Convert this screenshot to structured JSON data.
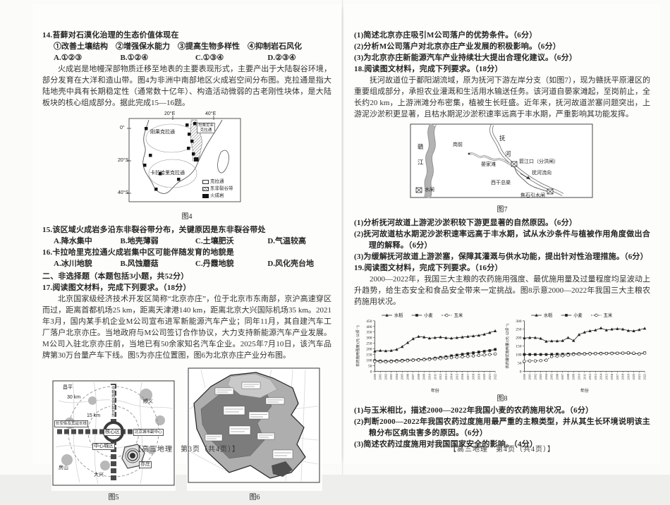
{
  "doc": {
    "left": {
      "q14": {
        "stem": "14.苔藓对石漠化治理的生态价值体现在",
        "sub": "①改善土壤结构　②增强保水能力　③提高生物多样性　④抑制岩石风化",
        "options": [
          "A.①②③",
          "B.①②④",
          "C.①③④",
          "D.②③④"
        ]
      },
      "passage_igneous": "火成岩是地幔深部物质迁移至地表的主要表现形式，主要产出于大陆裂谷环境，部分发育在大洋和造山带。图4为非洲中南部地区火成岩空间分布图。克拉通是指大陆地壳中具有长期稳定性（通常数十亿年）、构造活动微弱的古老刚性块体，是大陆板块的核心组成部分。据此完成15—16题。",
      "fig4": {
        "lon1": "20°E",
        "lon2": "40°E",
        "lat0": "0°",
        "lat20": "20°S",
        "lat40": "40°S",
        "congo": "刚果克拉通",
        "tanzania": "坦桑尼亚克拉通",
        "kalahari": "卡拉哈里克拉通",
        "legend": [
          "克拉通",
          "东非裂谷带",
          "火成岩"
        ],
        "caption": "图4"
      },
      "q15": {
        "stem": "15.该区域火成岩多沿东非裂谷带分布，关键原因是东非裂谷带处",
        "options": [
          "A.降水集中",
          "B.地壳薄弱",
          "C.土壤肥沃",
          "D.气温较高"
        ]
      },
      "q16": {
        "stem": "16.卡拉哈里克拉通火成岩集中区可能伴随发育的地貌是",
        "options": [
          "A.冰川地貌",
          "B.风蚀蘑菇",
          "C.丹霞地貌",
          "D.风化壳台地"
        ]
      },
      "section2": "二、非选择题（本题包括3小题，共52分）",
      "q17_head": "17.阅读图文材料，完成下列要求。（18分）",
      "q17_passage": "北京国家级经济技术开发区简称“北京亦庄”，位于北京市东南部，京沪高速穿区而过，距离首都机场25 km，距离天津港140 km，距离北京大兴国际机场35 km。2021年3月，国内某手机企业M公司宣布进军新能源汽车产业；同年11月，其自建汽车工厂落户北京亦庄。当地政府与M公司签订合作协议，大力支持新能源汽车产业发展。M公司入驻北京亦庄前，当地已有50余家知名汽车企业。2025年7月10日，该汽车品牌第30万台量产车下线。图5为亦庄位置图，图6为北京亦庄产业分布图。",
      "fig5": {
        "changping": "昌平",
        "shunyi": "顺义",
        "r30": "30 km",
        "r15": "15 km",
        "zhongzhou": "中轴线及其延长线",
        "changan": "长安街及其延长线",
        "hexin": "核心区",
        "subcenter": "北京城市副中心",
        "central": "中心城区",
        "yizhuang": "亦庄",
        "fangshan": "房山",
        "daxing": "大兴",
        "caption": "图5"
      },
      "fig6": {
        "caption": "图6"
      },
      "footer": "【高三地理　第3页（共4页）】"
    },
    "right": {
      "q17_subs": [
        "(1)简述北京亦庄吸引M公司落户的优势条件。（6分）",
        "(2)分析M公司落户对北京亦庄产业发展的积极影响。（6分）",
        "(3)为北京亦庄新能源汽车产业持续壮大提出合理化建议。（6分）"
      ],
      "q18_head": "18.阅读图文材料，完成下列要求。（18分）",
      "q18_passage": "抚河故道位于鄱阳湖流域，原为抚河下游左岸分支（如图7），现为赣抚平原灌区的重要组成部分，承担农业灌溉和生活用水输送任务。该河道自晏家滩起，至岗前止，全长约20 km，上游洲滩分布密集，植被生长旺盛。近年来，抚河故道淤塞问题突出，上游泥沙淤积更显著，且枯水期泥沙淤积速率远高于丰水期，严重影响其功能发挥。",
      "fig7": {
        "gan1": "赣",
        "gan2": "江",
        "fu1": "抚",
        "fu2": "河",
        "gangqian": "岗前",
        "yanjiatan": "晏家滩",
        "jianjiangkou": "箭江口（分洪闸）",
        "flow": "抚河流向",
        "xigan": "西干总渠",
        "jiaoshi": "焦石引水闸",
        "legend_gate": "水闸",
        "caption": "图7"
      },
      "q18_subs": [
        "(1)分析抚河故道上游泥沙淤积较下游更显著的自然原因。（6分）",
        "(2)抚河故道枯水期泥沙淤积速率远高于丰水期，试从水沙条件与植被作用角度做出合理的解释。（6分）",
        "(3)为缓解抚河故道上游淤塞，保障其灌溉与供水功能，提出针对性治理措施。（6分）"
      ],
      "q19_head": "19.阅读图文材料，完成下列要求。（16分）",
      "q19_passage": "2000—2022年，我国三大主粮的农药施用强度、最优施用量及过量程度均呈波动上升趋势，给生态安全和食品安全带来一定挑战。图8示意2000—2022年我国三大主粮农药施用状况。",
      "fig8_caption": "图8",
      "q19_subs": [
        "(1)与玉米相比，描述2000—2022年我国小麦的农药施用状况。（6分）",
        "(2)判断2000—2022年我国农药过度施用最严重的主粮类型，并从其生长环境说明该主粮分布区病虫害多的原因。（6分）",
        "(3)简述农药过度施用对我国国家安全的影响。（4分）"
      ],
      "footer": "【高三地理　第4页（共4页）】"
    }
  },
  "chart_data": [
    {
      "type": "line",
      "title": "",
      "ylabel": "农药施用强度/(元·公顷⁻¹)",
      "xlabel": "年份",
      "ylim": [
        0,
        450
      ],
      "ytick_step": 50,
      "grid": false,
      "legend_position": "top",
      "x": [
        2000,
        2001,
        2002,
        2003,
        2004,
        2005,
        2006,
        2007,
        2008,
        2009,
        2010,
        2011,
        2012,
        2013,
        2014,
        2015,
        2016,
        2017,
        2018,
        2019,
        2020,
        2021,
        2022
      ],
      "series": [
        {
          "name": "水稻",
          "values": [
            180,
            185,
            182,
            185,
            195,
            220,
            255,
            290,
            310,
            305,
            295,
            300,
            305,
            298,
            295,
            300,
            305,
            310,
            315,
            320,
            330,
            345,
            360
          ]
        },
        {
          "name": "小麦",
          "values": [
            95,
            92,
            90,
            92,
            95,
            98,
            100,
            102,
            105,
            108,
            112,
            118,
            125,
            130,
            138,
            145,
            152,
            158,
            165,
            172,
            178,
            185,
            195
          ]
        },
        {
          "name": "玉米",
          "values": [
            88,
            85,
            84,
            86,
            88,
            92,
            95,
            98,
            100,
            103,
            106,
            110,
            114,
            118,
            122,
            126,
            130,
            134,
            138,
            142,
            146,
            150,
            155
          ]
        }
      ]
    },
    {
      "type": "line",
      "title": "",
      "ylabel": "农药最优施用量/(元·公顷⁻¹)",
      "xlabel": "年份",
      "ylim": [
        0,
        300
      ],
      "ytick_step": 50,
      "grid": false,
      "legend_position": "top",
      "x": [
        2000,
        2001,
        2002,
        2003,
        2004,
        2005,
        2006,
        2007,
        2008,
        2009,
        2010,
        2011,
        2012,
        2013,
        2014,
        2015,
        2016,
        2017,
        2018,
        2019,
        2020,
        2021,
        2022
      ],
      "series": [
        {
          "name": "水稻",
          "values": [
            198,
            200,
            200,
            195,
            178,
            180,
            180,
            182,
            200,
            182,
            218,
            232,
            240,
            245,
            257,
            245,
            250,
            253,
            250,
            242,
            240,
            247,
            255
          ]
        },
        {
          "name": "小麦",
          "values": [
            100,
            100,
            100,
            100,
            100,
            101,
            102,
            102,
            103,
            104,
            105,
            105,
            106,
            106,
            107,
            107,
            108,
            108,
            108,
            108,
            106,
            104,
            110
          ]
        },
        {
          "name": "玉米",
          "values": [
            60,
            62,
            62,
            64,
            66,
            88,
            90,
            93,
            96,
            100,
            102,
            103,
            104,
            105,
            105,
            106,
            106,
            107,
            108,
            110,
            108,
            103,
            108
          ]
        }
      ]
    }
  ]
}
